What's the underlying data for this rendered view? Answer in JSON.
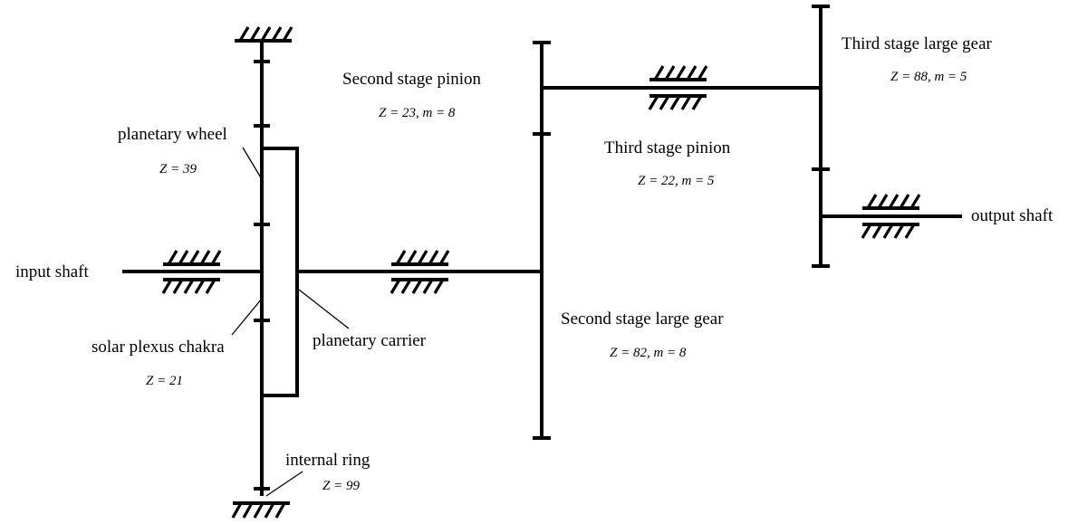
{
  "labels": {
    "input_shaft": "input shaft",
    "output_shaft": "output shaft",
    "planetary_wheel": "planetary wheel",
    "planetary_wheel_z": "Z = 39",
    "solar_plexus_chakra": "solar plexus chakra",
    "solar_z": "Z = 21",
    "planetary_carrier": "planetary carrier",
    "internal_ring": "internal ring",
    "internal_ring_z": "Z = 99",
    "second_stage_pinion": "Second stage pinion",
    "second_stage_pinion_spec": "Z = 23, m = 8",
    "second_stage_large_gear": "Second stage large gear",
    "second_stage_large_gear_spec": "Z = 82, m = 8",
    "third_stage_pinion": "Third stage pinion",
    "third_stage_pinion_spec": "Z = 22, m = 5",
    "third_stage_large_gear": "Third stage large gear",
    "third_stage_large_gear_spec": "Z = 88, m = 5"
  }
}
